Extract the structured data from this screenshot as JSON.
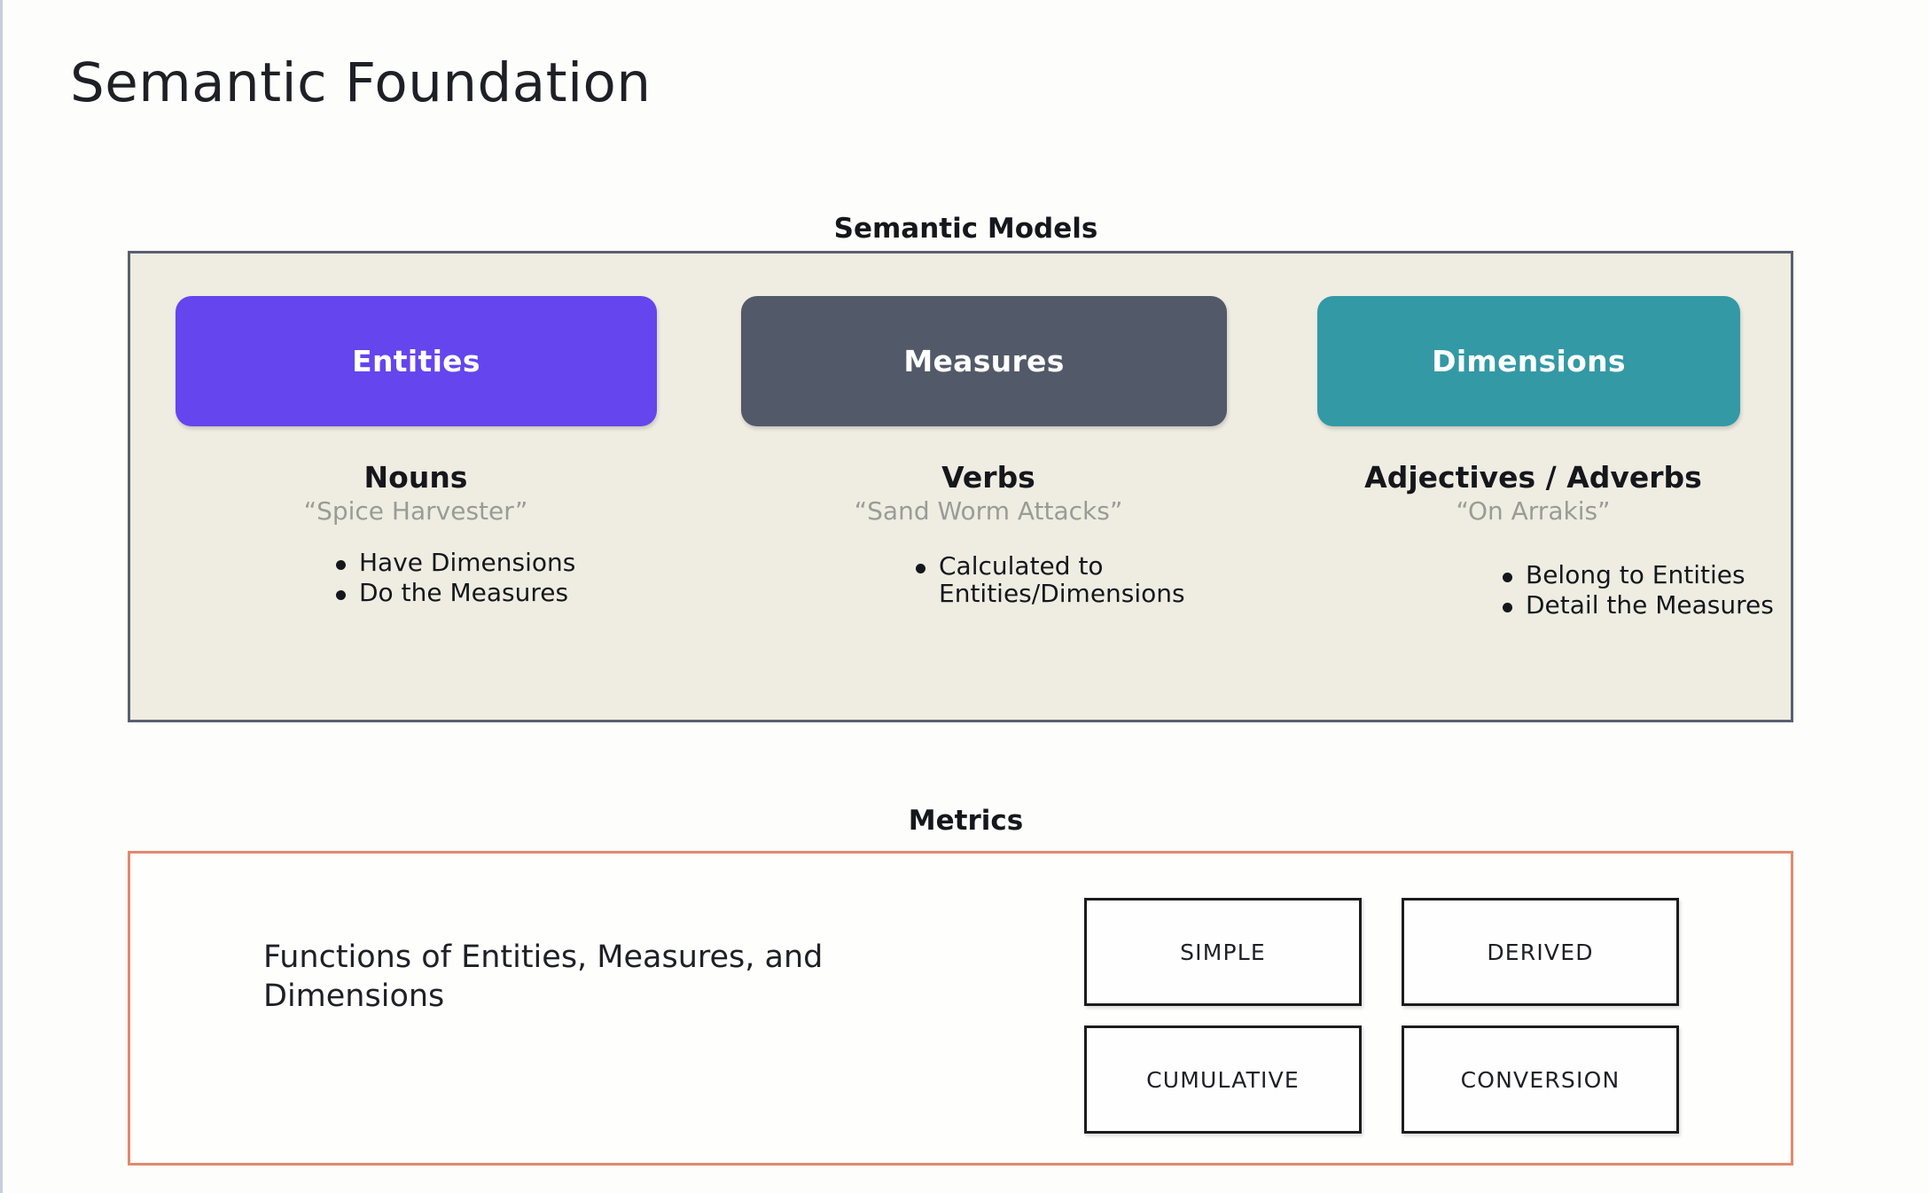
{
  "slide": {
    "title": "Semantic Foundation",
    "background_color": "#fdfdfb"
  },
  "semantic_models": {
    "heading": "Semantic Models",
    "panel_background": "#efede2",
    "panel_border_color": "#5a6070",
    "columns": [
      {
        "chip_label": "Entities",
        "chip_color": "#6445ee",
        "kicker": "Nouns",
        "example": "“Spice Harvester”",
        "bullets": [
          "Have Dimensions",
          "Do the Measures"
        ]
      },
      {
        "chip_label": "Measures",
        "chip_color": "#525968",
        "kicker": "Verbs",
        "example": "“Sand Worm Attacks”",
        "bullets": [
          "Calculated to",
          "Entities/Dimensions"
        ]
      },
      {
        "chip_label": "Dimensions",
        "chip_color": "#3399a5",
        "kicker": "Adjectives / Adverbs",
        "example": "“On Arrakis”",
        "bullets": [
          "Belong to Entities",
          "Detail the Measures"
        ]
      }
    ]
  },
  "metrics": {
    "heading": "Metrics",
    "panel_border_color": "#e08a6c",
    "description": "Functions of Entities, Measures, and Dimensions",
    "types": [
      "SIMPLE",
      "DERIVED",
      "CUMULATIVE",
      "CONVERSION"
    ]
  }
}
